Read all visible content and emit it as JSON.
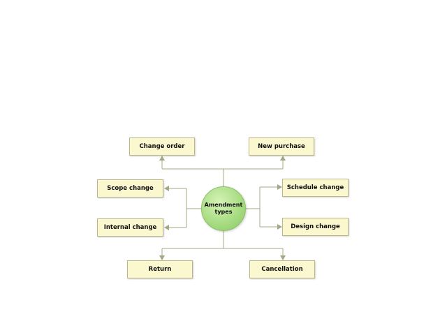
{
  "diagram": {
    "center": {
      "line1": "Amendment",
      "line2": "types",
      "fill": "#a9dd84"
    },
    "colors": {
      "box_fill": "#fbf7cf",
      "box_border": "#b9b68c",
      "connector": "#a3a883"
    },
    "boxes": {
      "change_order": "Change order",
      "new_purchase": "New purchase",
      "scope_change": "Scope change",
      "schedule_change": "Schedule change",
      "internal_change": "Internal change",
      "design_change": "Design change",
      "return": "Return",
      "cancellation": "Cancellation"
    }
  }
}
